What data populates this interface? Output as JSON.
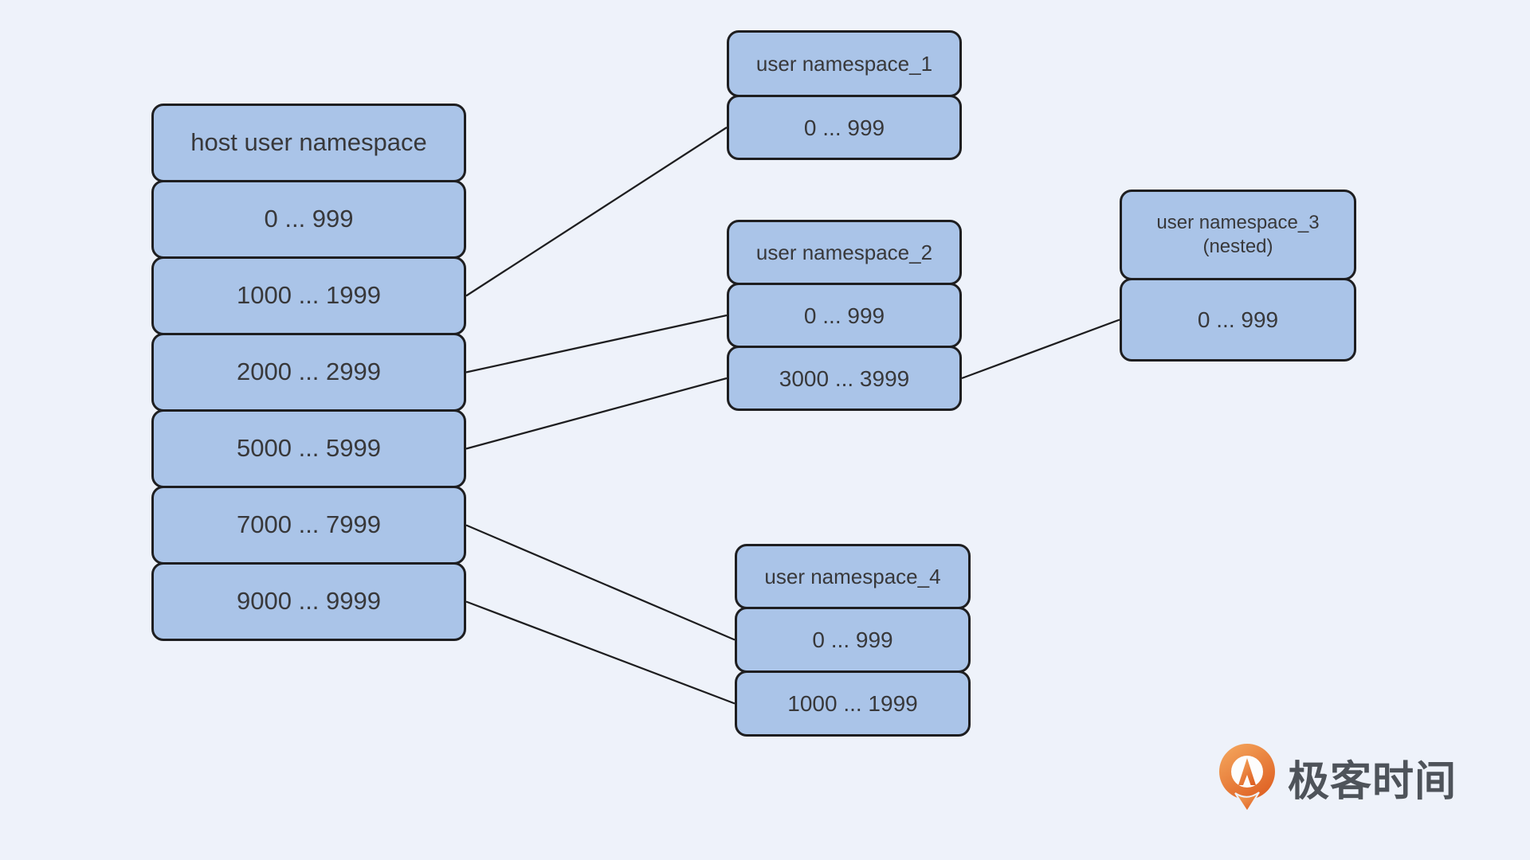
{
  "colors": {
    "background": "#EEF2FA",
    "box_fill": "#AAC4E8",
    "box_border": "#1E1E20",
    "box_text": "#38383A",
    "connector_line": "#1E1E20",
    "logo_orange_light": "#F4A55C",
    "logo_orange_dark": "#DE5F22",
    "logo_text_gray": "#4E535A"
  },
  "diagram": {
    "nodes": [
      {
        "id": "host",
        "title": "host user namespace",
        "rows": [
          "0 ... 999",
          "1000 ... 1999",
          "2000 ... 2999",
          "5000 ... 5999",
          "7000 ... 7999",
          "9000 ... 9999"
        ]
      },
      {
        "id": "ns1",
        "title": "user namespace_1",
        "rows": [
          "0 ... 999"
        ]
      },
      {
        "id": "ns2",
        "title": "user namespace_2",
        "rows": [
          "0 ... 999",
          "3000 ... 3999"
        ]
      },
      {
        "id": "ns3",
        "title": "user namespace_3",
        "subtitle": "(nested)",
        "rows": [
          "0 ... 999"
        ]
      },
      {
        "id": "ns4",
        "title": "user namespace_4",
        "rows": [
          "0 ... 999",
          "1000 ... 1999"
        ]
      }
    ],
    "connections": [
      {
        "from": {
          "node": "host",
          "row": 1
        },
        "to": {
          "node": "ns1",
          "row": 0
        }
      },
      {
        "from": {
          "node": "host",
          "row": 2
        },
        "to": {
          "node": "ns2",
          "row": 0
        }
      },
      {
        "from": {
          "node": "host",
          "row": 3
        },
        "to": {
          "node": "ns2",
          "row": 1
        }
      },
      {
        "from": {
          "node": "host",
          "row": 4
        },
        "to": {
          "node": "ns4",
          "row": 0
        }
      },
      {
        "from": {
          "node": "host",
          "row": 5
        },
        "to": {
          "node": "ns4",
          "row": 1
        }
      },
      {
        "from": {
          "node": "ns2",
          "row": 1
        },
        "to": {
          "node": "ns3",
          "row": 0
        }
      }
    ]
  },
  "logo": {
    "text": "极客时间",
    "icon": "geektime-q-balloon-icon"
  }
}
